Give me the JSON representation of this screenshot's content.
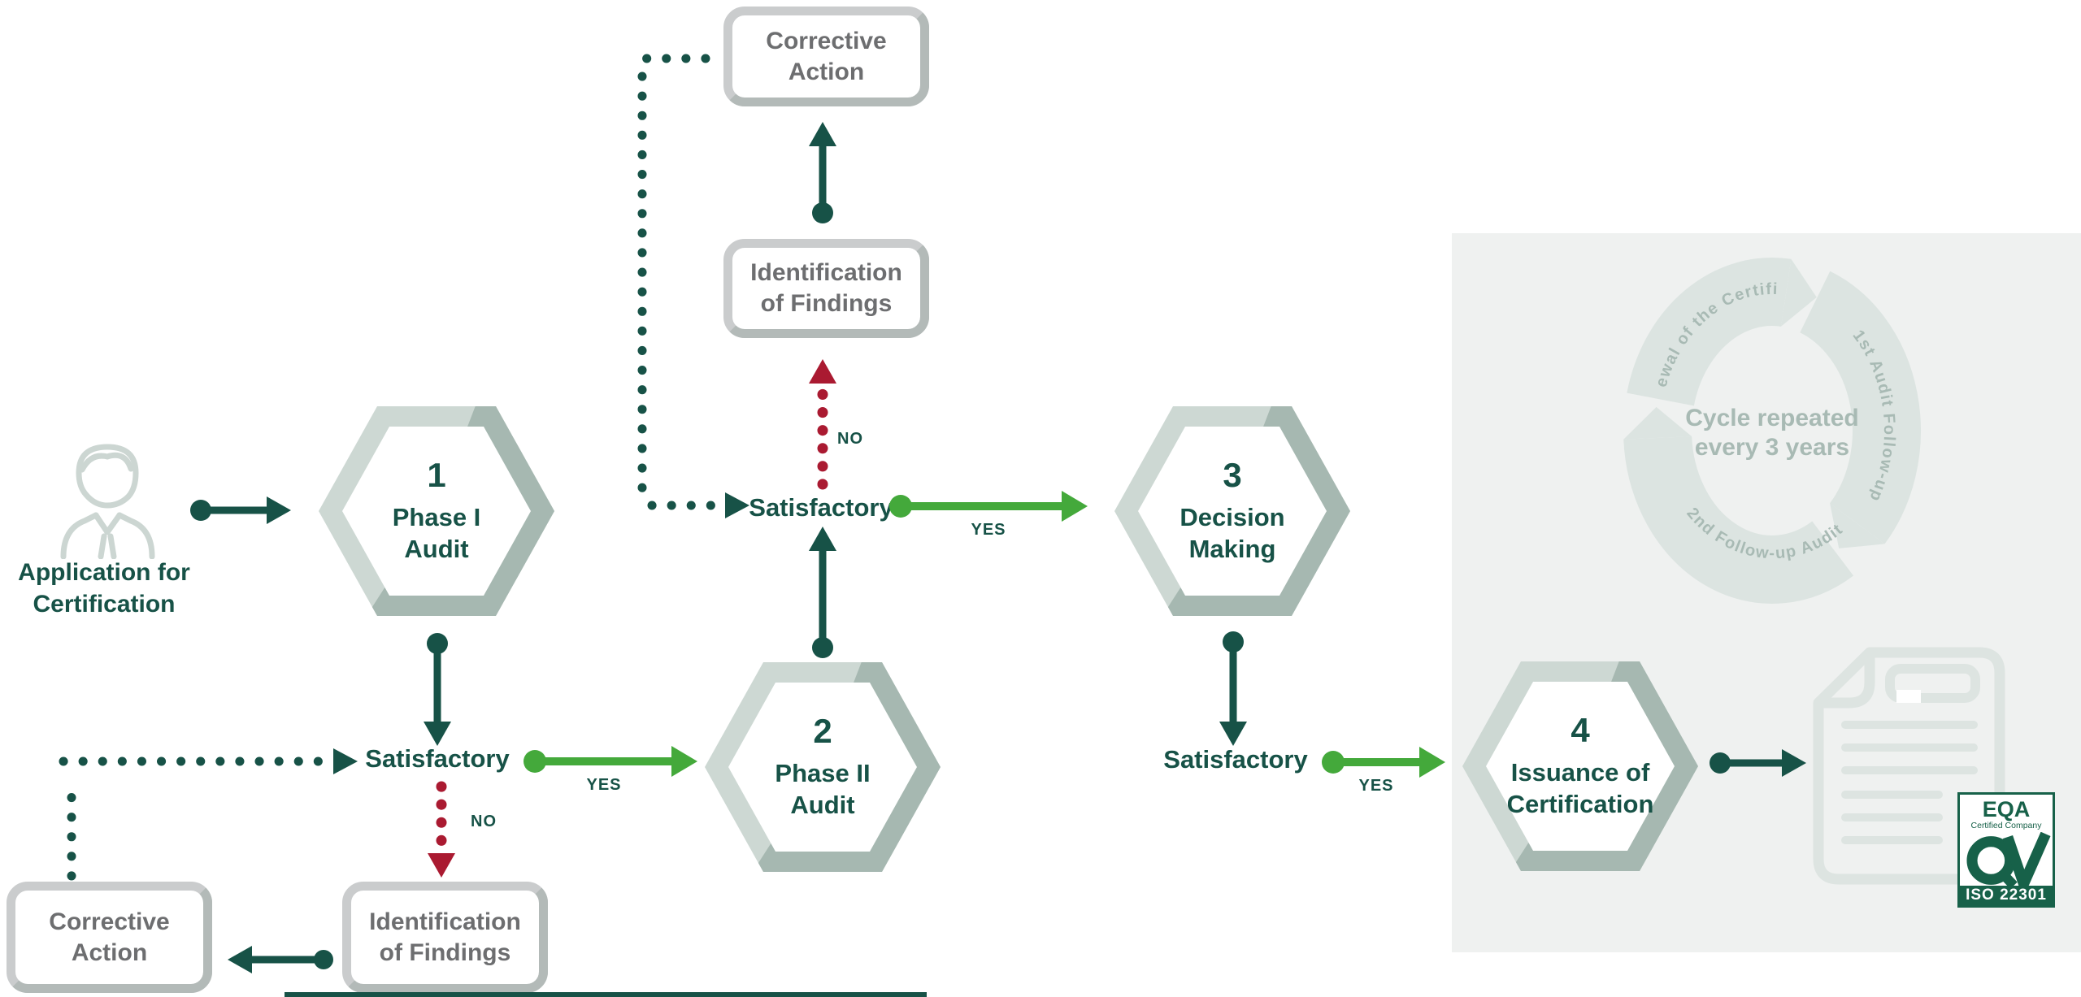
{
  "colors": {
    "teal": "#175247",
    "green": "#44a93b",
    "red": "#aa1a31",
    "graytext": "#6d6e70",
    "ringlight": "#cdd8d3",
    "ringdark": "#a6b8b1",
    "boxborder": "#cacccd",
    "boxaccent": "#b3bab8",
    "panel": "#eff1f0",
    "cyclering": "#dce4e1",
    "cycletext": "#a8bab4",
    "iconlight": "#ccd6d2",
    "doclight": "#dde4e1",
    "badgegreen": "#176149"
  },
  "application": {
    "line1": "Application for",
    "line2": "Certification"
  },
  "steps": [
    {
      "number": "1",
      "line1": "Phase I",
      "line2": "Audit"
    },
    {
      "number": "2",
      "line1": "Phase II",
      "line2": "Audit"
    },
    {
      "number": "3",
      "line1": "Decision",
      "line2": "Making"
    },
    {
      "number": "4",
      "line1": "Issuance of",
      "line2": "Certification"
    }
  ],
  "boxes": {
    "corrective": {
      "line1": "Corrective",
      "line2": "Action"
    },
    "findings": {
      "line1": "Identification",
      "line2": "of Findings"
    }
  },
  "decision_label": "Satisfactory",
  "yes_label": "YES",
  "no_label": "NO",
  "cycle": {
    "center_line1": "Cycle repeated",
    "center_line2": "every 3 years",
    "arc_labels": [
      "Renewal of the Certificate",
      "1st Audit Follow-up",
      "2nd Follow-up Audit"
    ]
  },
  "badge": {
    "brand": "EQA",
    "subtitle": "Certified Company",
    "standard": "ISO 22301"
  }
}
